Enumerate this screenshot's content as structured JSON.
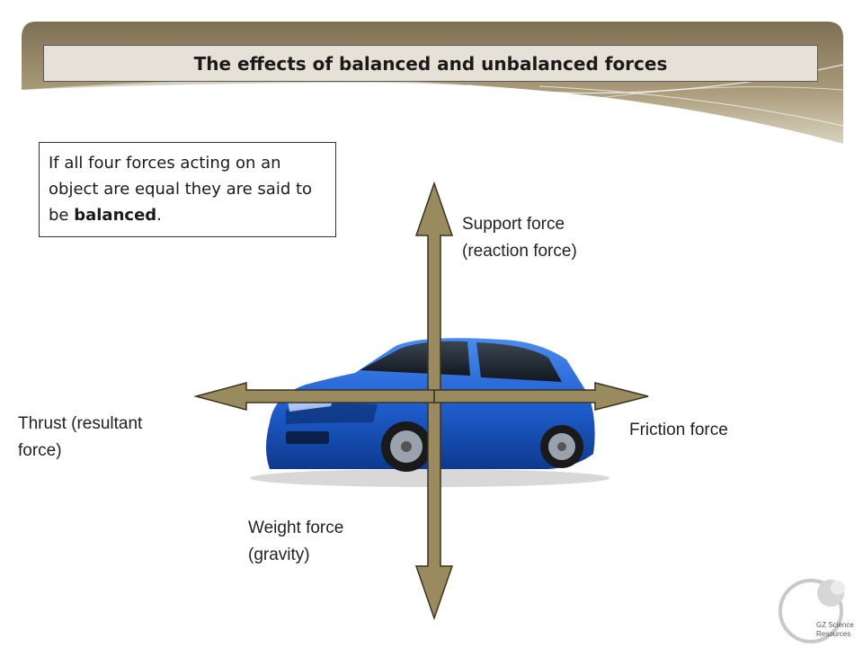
{
  "title": "The effects of balanced and unbalanced forces",
  "info": {
    "text_before": "If all four forces acting on an object are equal they are said to be ",
    "bold": "balanced",
    "text_after": "."
  },
  "forces": {
    "support": {
      "line1": "Support force",
      "line2": "(reaction force)"
    },
    "weight": {
      "line1": "Weight force",
      "line2": "(gravity)"
    },
    "thrust": {
      "line1": "Thrust (resultant",
      "line2": "force)"
    },
    "friction": {
      "line1": "Friction force"
    }
  },
  "logo": {
    "line1": "GZ Science",
    "line2": "Resources"
  },
  "colors": {
    "arrow_fill": "#9a8b5f",
    "banner_dark": "#8a7c5c",
    "banner_light": "#e6e1d6",
    "car_blue": "#1f5fd0"
  }
}
